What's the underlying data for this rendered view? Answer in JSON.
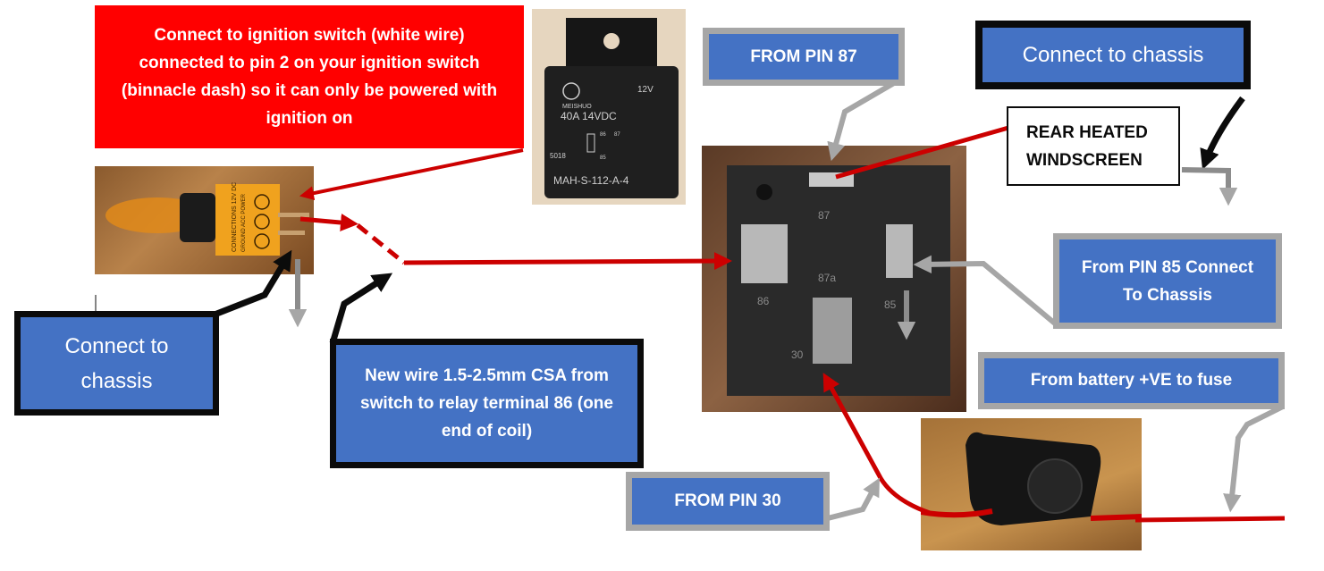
{
  "callouts": {
    "ignition_note": "Connect to ignition switch (white wire) connected to pin 2 on your ignition switch (binnacle dash)  so it can only be powered with ignition on",
    "from_pin_87": "FROM PIN 87",
    "connect_chassis_top": "Connect to chassis",
    "rear_heated_windscreen": "REAR HEATED WINDSCREEN",
    "from_pin_85": "From PIN 85 Connect To Chassis",
    "connect_chassis_left": "Connect to chassis",
    "new_wire_note": "New wire 1.5-2.5mm CSA from switch to relay terminal 86 (one end of coil)",
    "from_battery": "From battery +VE to fuse",
    "from_pin_30": "FROM PIN 30"
  },
  "switch_photo": {
    "label_line1": "CONNECTIONS 12V DC",
    "label_line2": "GROUND  ACC  POWER"
  },
  "relay_top_photo": {
    "brand": "MEISHUO",
    "voltage": "12V",
    "rating": "40A  14VDC",
    "code": "5018",
    "pin_87": "87",
    "pin_86": "86",
    "pin_85": "85",
    "model": "MAH-S-112-A-4"
  },
  "relay_photo": {
    "pin_87": "87",
    "pin_87a": "87a",
    "pin_86": "86",
    "pin_85": "85",
    "pin_30": "30"
  },
  "colors": {
    "red_box": "#ff0000",
    "blue_box": "#4472c4",
    "wire_red": "#cc0000",
    "arrow_grey": "#a6a6a6",
    "arrow_black": "#0b0b0b"
  }
}
